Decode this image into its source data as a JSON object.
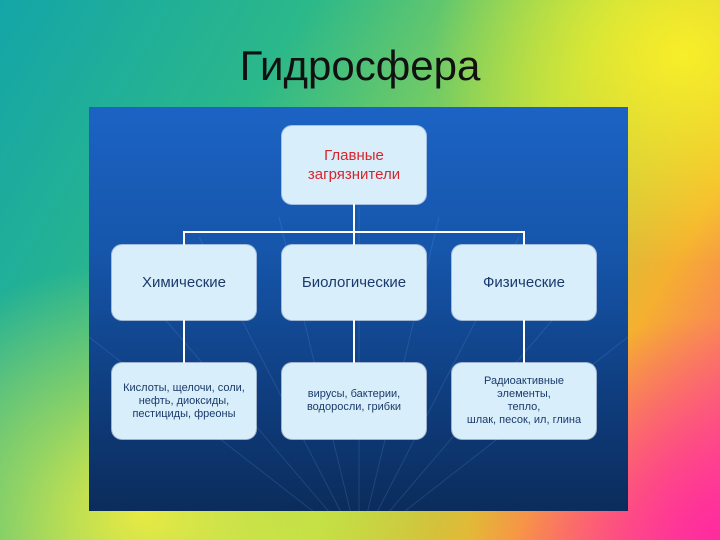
{
  "slide": {
    "title": "Гидросфера"
  },
  "diagram": {
    "root": {
      "line1": "Главные",
      "line2": "загрязнители"
    },
    "categories": [
      {
        "label": "Химические",
        "items": [
          "Кислоты, щелочи, соли,",
          "нефть, диоксиды,",
          "пестициды, фреоны"
        ]
      },
      {
        "label": "Биологические",
        "items": [
          "вирусы, бактерии,",
          "водоросли, грибки"
        ]
      },
      {
        "label": "Физические",
        "items": [
          "Радиоактивные",
          "элементы,",
          "тепло,",
          "шлак, песок, ил, глина"
        ]
      }
    ]
  },
  "colors": {
    "root_text": "#d5262e",
    "box_text": "#1b3a6c",
    "box_fill": "#d8eefa",
    "panel": "#1656ab"
  }
}
